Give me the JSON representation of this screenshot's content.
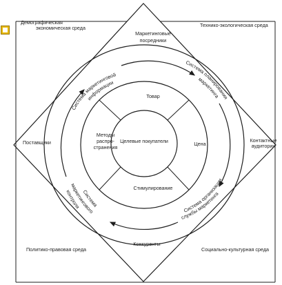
{
  "environment": {
    "demographic_economic": [
      "Демографическая",
      "экономическая среда"
    ],
    "technical_ecological": "Технико-экологическая среда",
    "political_legal": "Политико-правовая среда",
    "social_cultural": "Социально-культурная среда"
  },
  "actors": {
    "intermediaries": [
      "Маркетинговые",
      "посредники"
    ],
    "suppliers": "Поставщики",
    "contact_audiences": [
      "Контактные",
      "аудитории"
    ],
    "competitors": "Конкуренты"
  },
  "systems": {
    "info": [
      "Система маркетинговой",
      "информации"
    ],
    "planning": [
      "Система планирования",
      "маркетинга"
    ],
    "organization": [
      "Система организации",
      "службы маркетинга"
    ],
    "control": [
      "Система",
      "маркетингового",
      "контроля"
    ]
  },
  "mix": {
    "product": "Товар",
    "distribution": [
      "Методы",
      "распро-",
      "странения"
    ],
    "price": "Цена",
    "promotion": "Стимулирование"
  },
  "center": "Целевые покупатели",
  "colors": {
    "line": "#1e1e1e",
    "background": "#ffffff",
    "marker": "#e8b800"
  }
}
